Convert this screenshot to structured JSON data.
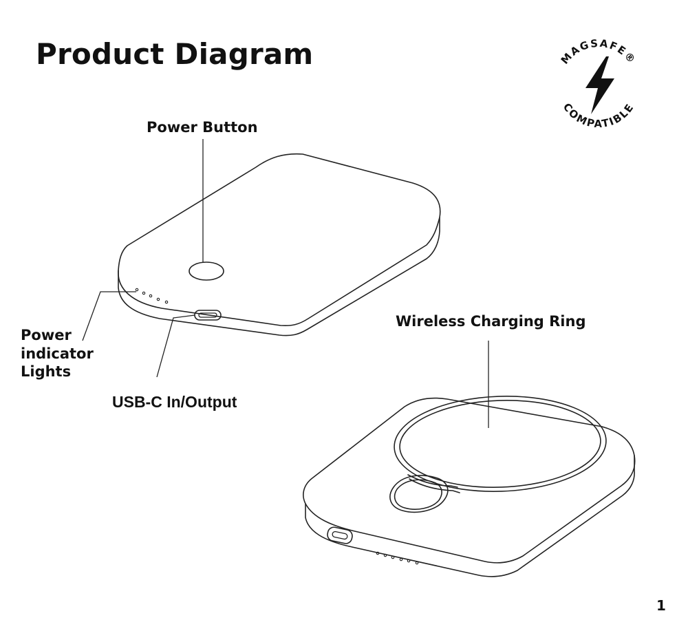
{
  "title": "Product Diagram",
  "labels": {
    "power_button": "Power Button",
    "power_indicator": [
      "Power",
      "indicator",
      "Lights"
    ],
    "usb_c": "USB-C In/Output",
    "wireless_ring": "Wireless Charging Ring"
  },
  "badge": {
    "top_text": "MAGSAFE®",
    "bottom_text": "COMPATIBLE",
    "icon": "lightning-bolt-icon"
  },
  "page_number": "1",
  "colors": {
    "ink": "#111111",
    "background": "#ffffff"
  }
}
